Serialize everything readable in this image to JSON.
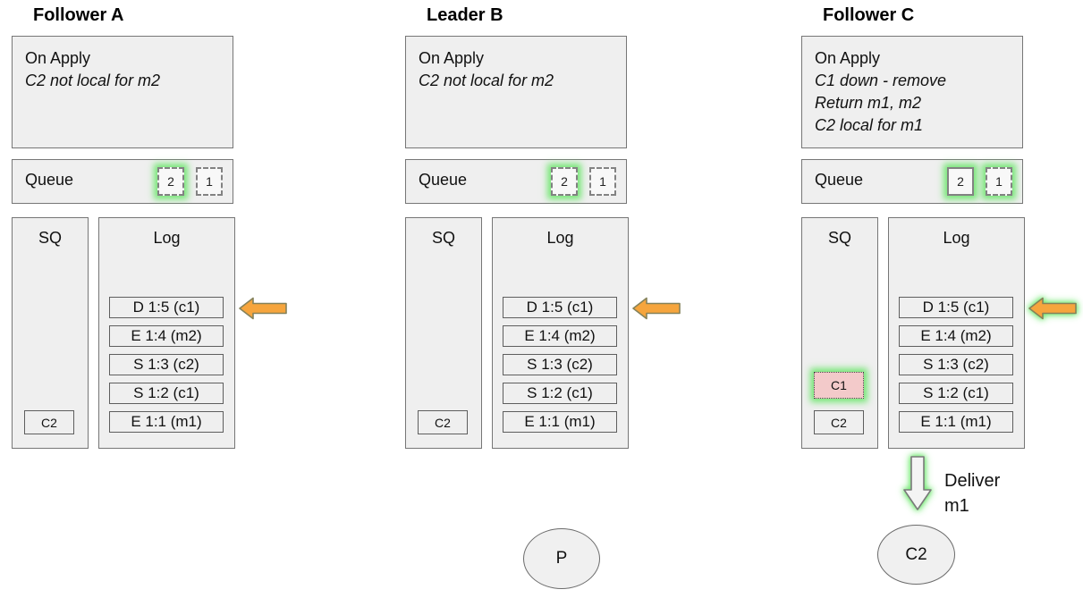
{
  "colors": {
    "panel_fill": "#efefef",
    "panel_border": "#767676",
    "glow_green": "#69e569",
    "apply_arrow_orange": "#f6a53d",
    "apply_arrow_border": "#85825a",
    "removed_pink": "#f3caca",
    "deliver_arrow_fill": "#f4f4f4"
  },
  "columns": [
    {
      "title": "Follower A",
      "on_apply": {
        "heading": "On Apply",
        "notes": [
          "C2 not local for m2"
        ]
      },
      "queue": {
        "label": "Queue",
        "items": [
          {
            "value": "2",
            "border": "dashed",
            "glow": true
          },
          {
            "value": "1",
            "border": "dashed",
            "glow": false
          }
        ]
      },
      "sq": {
        "title": "SQ",
        "items": [
          {
            "label": "C2",
            "state": "normal",
            "glow": false
          }
        ]
      },
      "log": {
        "title": "Log",
        "entries": [
          "D 1:5 (c1)",
          "E 1:4 (m2)",
          "S 1:3 (c2)",
          "S 1:2 (c1)",
          "E 1:1 (m1)"
        ]
      },
      "apply_arrow": {
        "icon": "left-block-arrow",
        "glow": false
      }
    },
    {
      "title": "Leader B",
      "on_apply": {
        "heading": "On Apply",
        "notes": [
          "C2 not local for m2"
        ]
      },
      "queue": {
        "label": "Queue",
        "items": [
          {
            "value": "2",
            "border": "dashed",
            "glow": true
          },
          {
            "value": "1",
            "border": "dashed",
            "glow": false
          }
        ]
      },
      "sq": {
        "title": "SQ",
        "items": [
          {
            "label": "C2",
            "state": "normal",
            "glow": false
          }
        ]
      },
      "log": {
        "title": "Log",
        "entries": [
          "D 1:5 (c1)",
          "E 1:4 (m2)",
          "S 1:3 (c2)",
          "S 1:2 (c1)",
          "E 1:1 (m1)"
        ]
      },
      "apply_arrow": {
        "icon": "left-block-arrow",
        "glow": false
      },
      "client": {
        "label": "P"
      }
    },
    {
      "title": "Follower C",
      "on_apply": {
        "heading": "On Apply",
        "notes": [
          "C1 down - remove",
          "Return m1, m2",
          "C2 local for m1"
        ]
      },
      "queue": {
        "label": "Queue",
        "items": [
          {
            "value": "2",
            "border": "solid",
            "glow": true
          },
          {
            "value": "1",
            "border": "dashed",
            "glow": true
          }
        ]
      },
      "sq": {
        "title": "SQ",
        "items": [
          {
            "label": "C1",
            "state": "removed",
            "glow": true
          },
          {
            "label": "C2",
            "state": "normal",
            "glow": false
          }
        ]
      },
      "log": {
        "title": "Log",
        "entries": [
          "D 1:5 (c1)",
          "E 1:4 (m2)",
          "S 1:3 (c2)",
          "S 1:2 (c1)",
          "E 1:1 (m1)"
        ]
      },
      "apply_arrow": {
        "icon": "left-block-arrow",
        "glow": true
      },
      "deliver": {
        "icon": "down-block-arrow",
        "lines": [
          "Deliver",
          "m1"
        ]
      },
      "client": {
        "label": "C2"
      }
    }
  ]
}
